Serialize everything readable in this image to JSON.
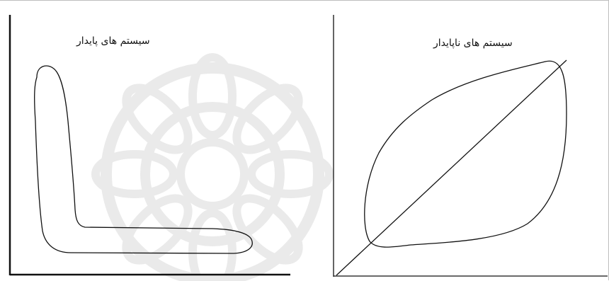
{
  "colors": {
    "ink": "#111111",
    "watermark": "#d9d9d9"
  },
  "watermark": {
    "icon": "islamic-star-rosette"
  },
  "panels": {
    "left": {
      "title": "سیستم های پایدار"
    },
    "right": {
      "title": "سیستم های ناپایدار"
    }
  }
}
